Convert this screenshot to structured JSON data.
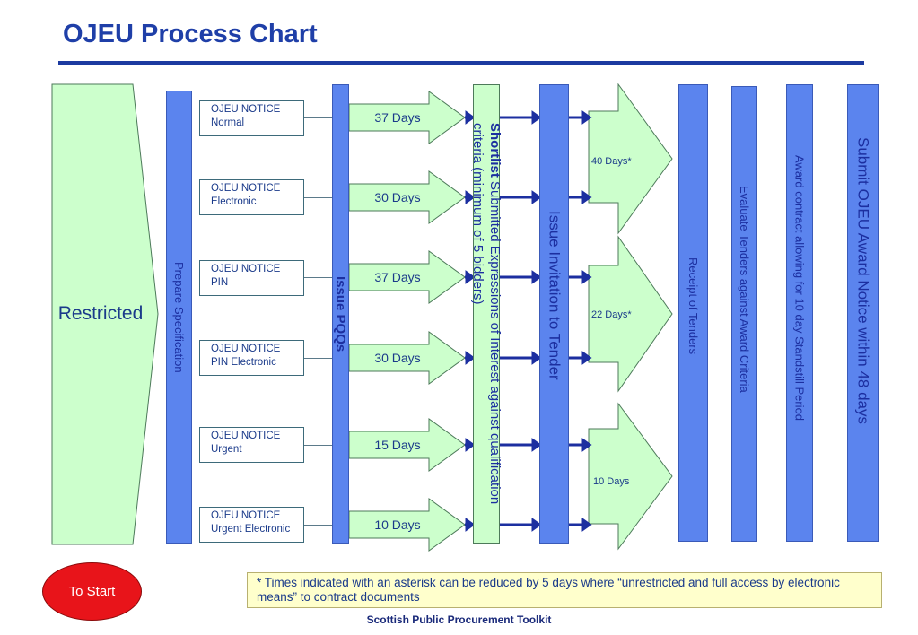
{
  "title": "OJEU Process Chart",
  "restricted_label": "Restricted",
  "prepare_spec": "Prepare Specification",
  "issue_pqqs": "Issue PQQs",
  "shortlist": {
    "bold": "Shortlist",
    "text": "  Submitted Expressions of Interest  against qualification criteria (minimum of 5 bidders)"
  },
  "issue_itt": "Issue Invitation to Tender",
  "notices": [
    {
      "line1": "OJEU NOTICE",
      "line2": "Normal",
      "days": "37 Days"
    },
    {
      "line1": "OJEU NOTICE",
      "line2": "Electronic",
      "days": "30 Days"
    },
    {
      "line1": "OJEU NOTICE",
      "line2": "PIN",
      "days": "37 Days"
    },
    {
      "line1": "OJEU NOTICE",
      "line2": "PIN Electronic",
      "days": "30 Days"
    },
    {
      "line1": "OJEU NOTICE",
      "line2": "Urgent",
      "days": "15 Days"
    },
    {
      "line1": "OJEU NOTICE",
      "line2": "Urgent Electronic",
      "days": "10 Days"
    }
  ],
  "tender_periods": [
    "40 Days*",
    "22 Days*",
    "10 Days"
  ],
  "receipt": "Receipt of Tenders",
  "evaluate": "Evaluate Tenders against   Award Criteria",
  "award": "Award contract allowing for 10 day Standstill Period",
  "submit": "Submit OJEU Award Notice within 48 days",
  "to_start": "To Start",
  "footnote": "* Times indicated with an asterisk can be reduced by 5 days where “unrestricted and full access by electronic means” to contract documents",
  "footer": "Scottish Public Procurement  Toolkit",
  "colors": {
    "blue_column": "#5b84ee",
    "green_fill": "#ccffcc",
    "dark_blue": "#1c2fa0",
    "title": "#1f3fa8",
    "button_red": "#e8141a"
  }
}
